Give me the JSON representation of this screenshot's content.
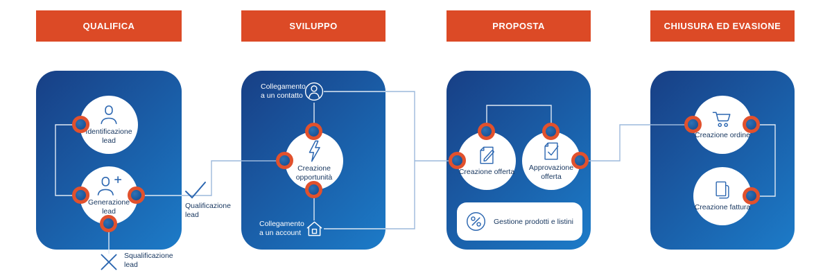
{
  "colors": {
    "accent_orange": "#DC4A26",
    "ring_orange": "#E1512D",
    "panel_blue_dark": "#183F85",
    "panel_blue_light": "#1C7BC8",
    "icon_blue": "#2B66B0",
    "text_navy": "#16355E",
    "line_inside": "#DFE9F4",
    "line_outside": "#9CB8DB"
  },
  "stages": [
    {
      "header": "QUALIFICA",
      "nodes": [
        {
          "label": "Identificazione lead",
          "icon": "person-icon"
        },
        {
          "label": "Generazione lead",
          "icon": "person-plus-icon"
        }
      ],
      "branches": [
        {
          "label": "Qualificazione lead",
          "icon": "check-icon"
        },
        {
          "label": "Squalificazione lead",
          "icon": "x-icon"
        }
      ]
    },
    {
      "header": "SVILUPPO",
      "links": [
        {
          "label": "Collegamento a un contatto",
          "icon": "contact-icon"
        },
        {
          "label": "Collegamento a un account",
          "icon": "home-icon"
        }
      ],
      "nodes": [
        {
          "label": "Creazione opportunità",
          "icon": "lightning-icon"
        }
      ]
    },
    {
      "header": "PROPOSTA",
      "nodes": [
        {
          "label": "Creazione offerta",
          "icon": "document-pencil-icon"
        },
        {
          "label": "Approvazione offerta",
          "icon": "document-check-icon"
        }
      ],
      "callout": {
        "label": "Gestione prodotti e listini",
        "icon": "percent-icon"
      }
    },
    {
      "header": "CHIUSURA ED EVASIONE",
      "nodes": [
        {
          "label": "Creazione ordine",
          "icon": "cart-icon"
        },
        {
          "label": "Creazione fattura",
          "icon": "pages-icon"
        }
      ]
    }
  ]
}
